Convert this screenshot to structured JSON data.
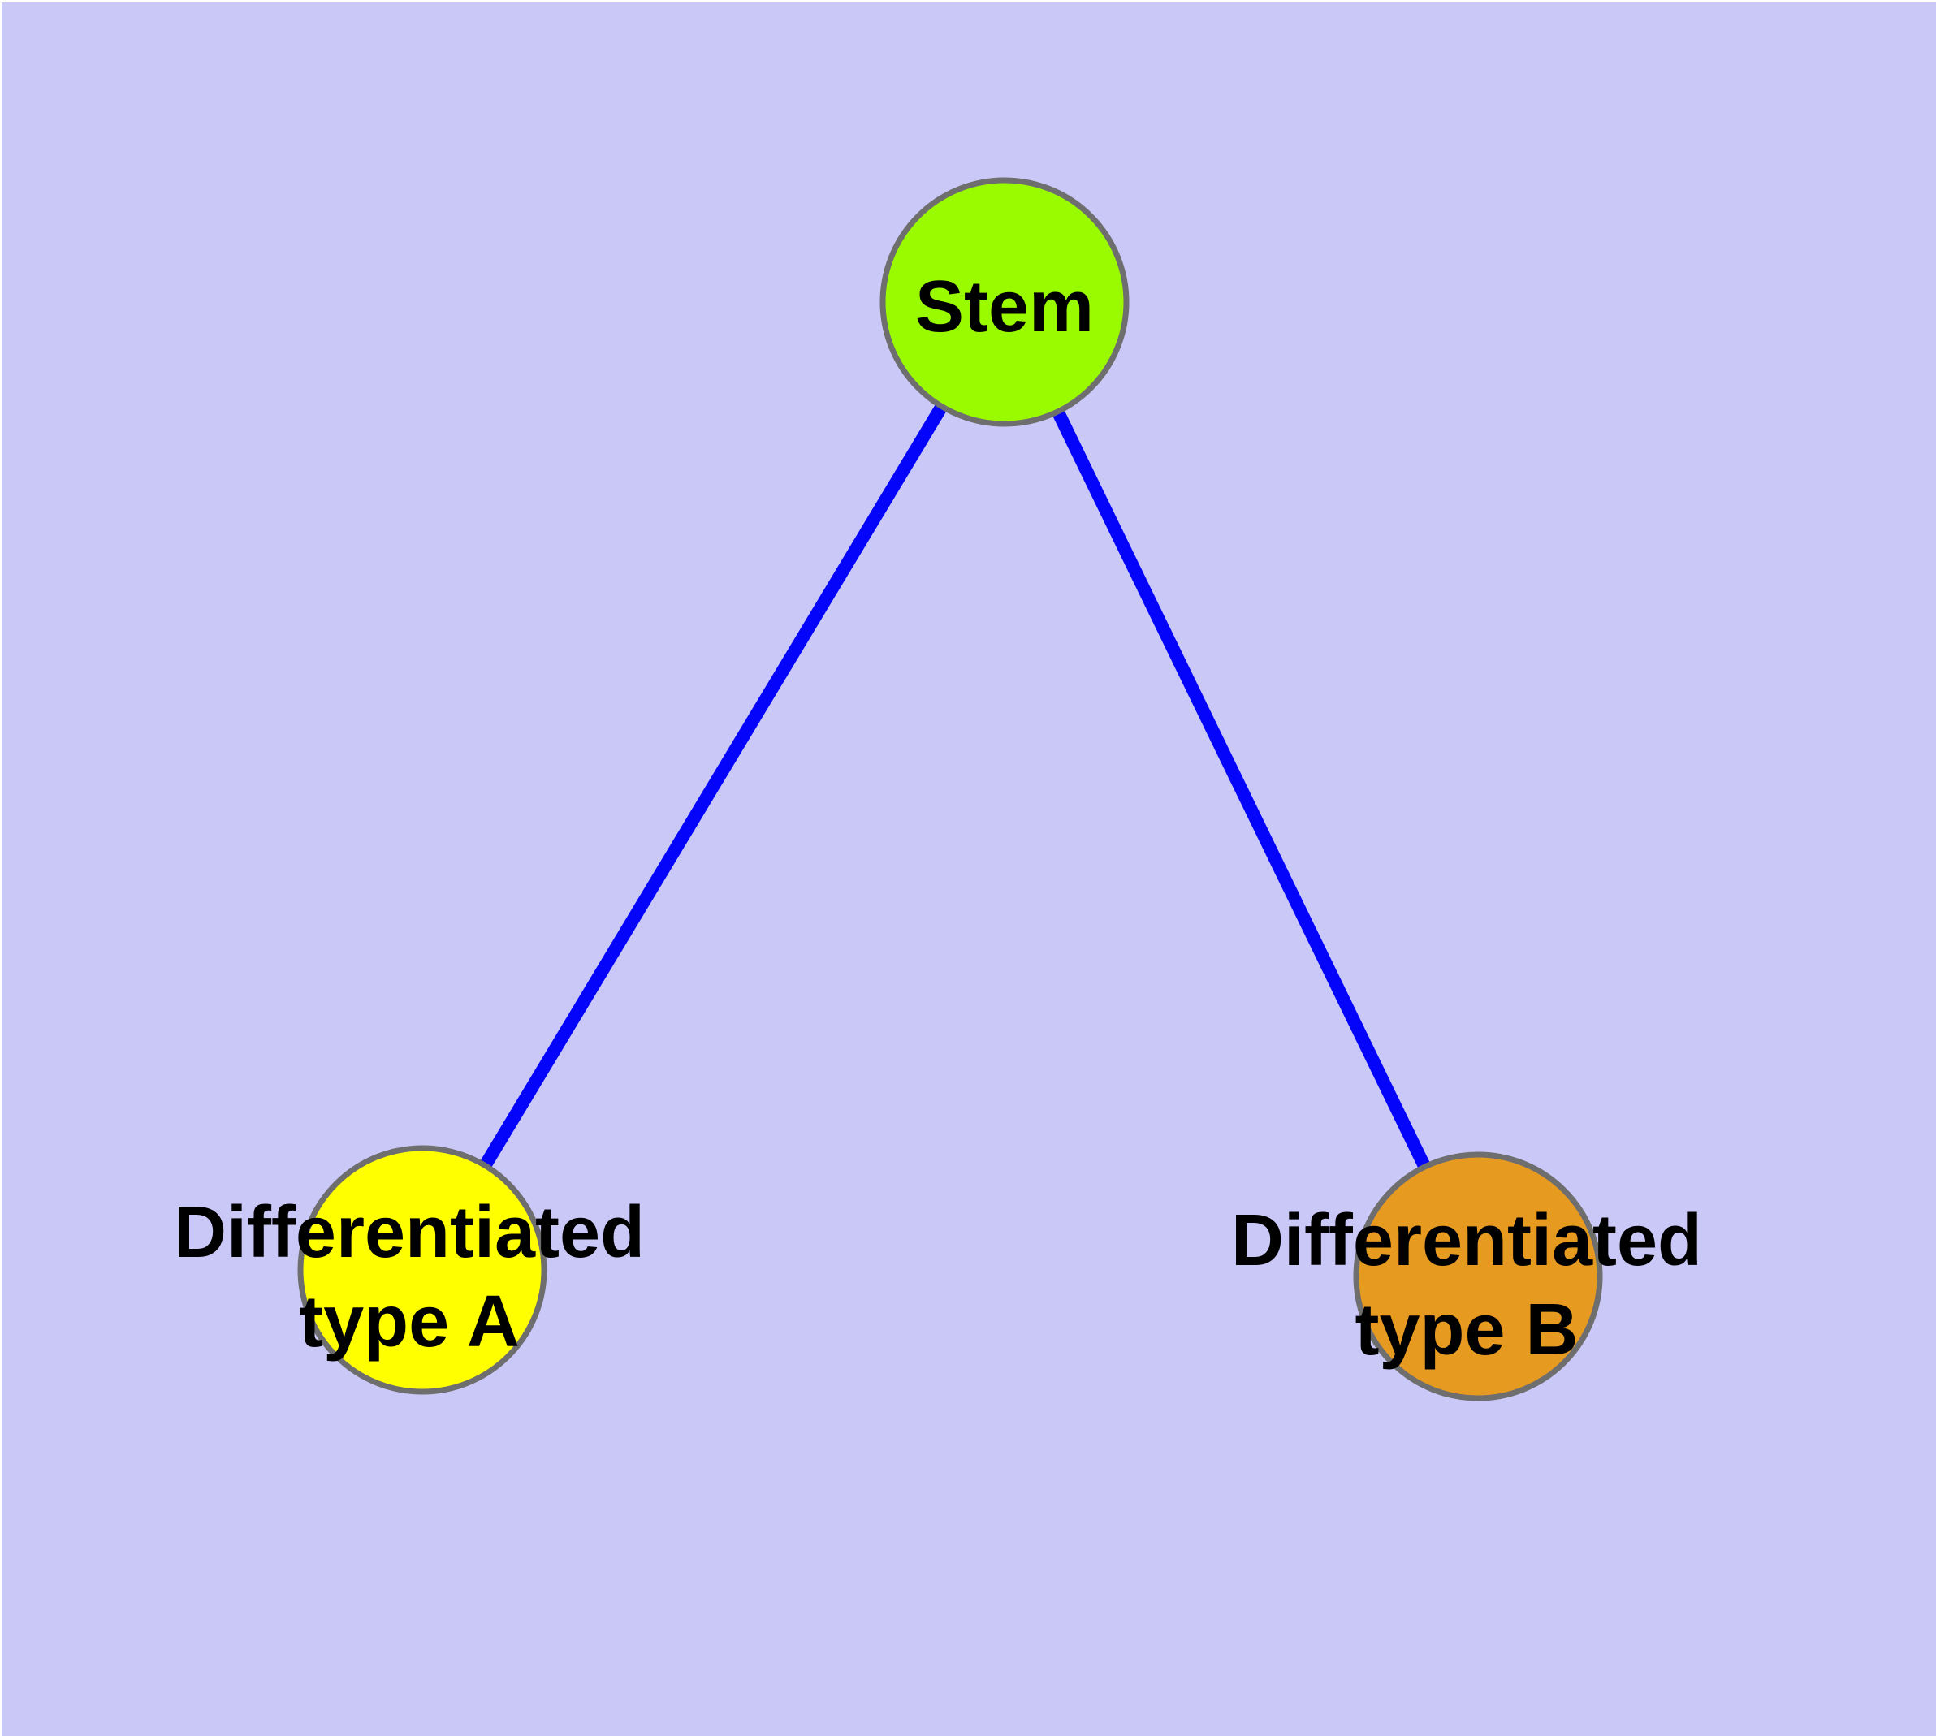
{
  "diagram": {
    "background_color": "#cac8f7",
    "edge_color": "#0404fb",
    "node_border_color": "#6e6e6e",
    "label_color": "#000000",
    "nodes": {
      "stem": {
        "label": "Stem",
        "fill": "#9afb00"
      },
      "type_a": {
        "label_line1": "Differentiated",
        "label_line2": "type A",
        "fill": "#ffff00"
      },
      "type_b": {
        "label_line1": "Differentiated",
        "label_line2": "type B",
        "fill": "#e79a20"
      }
    },
    "edges": [
      {
        "from": "Stem",
        "to": "Differentiated type A"
      },
      {
        "from": "Stem",
        "to": "Differentiated type B"
      }
    ]
  }
}
